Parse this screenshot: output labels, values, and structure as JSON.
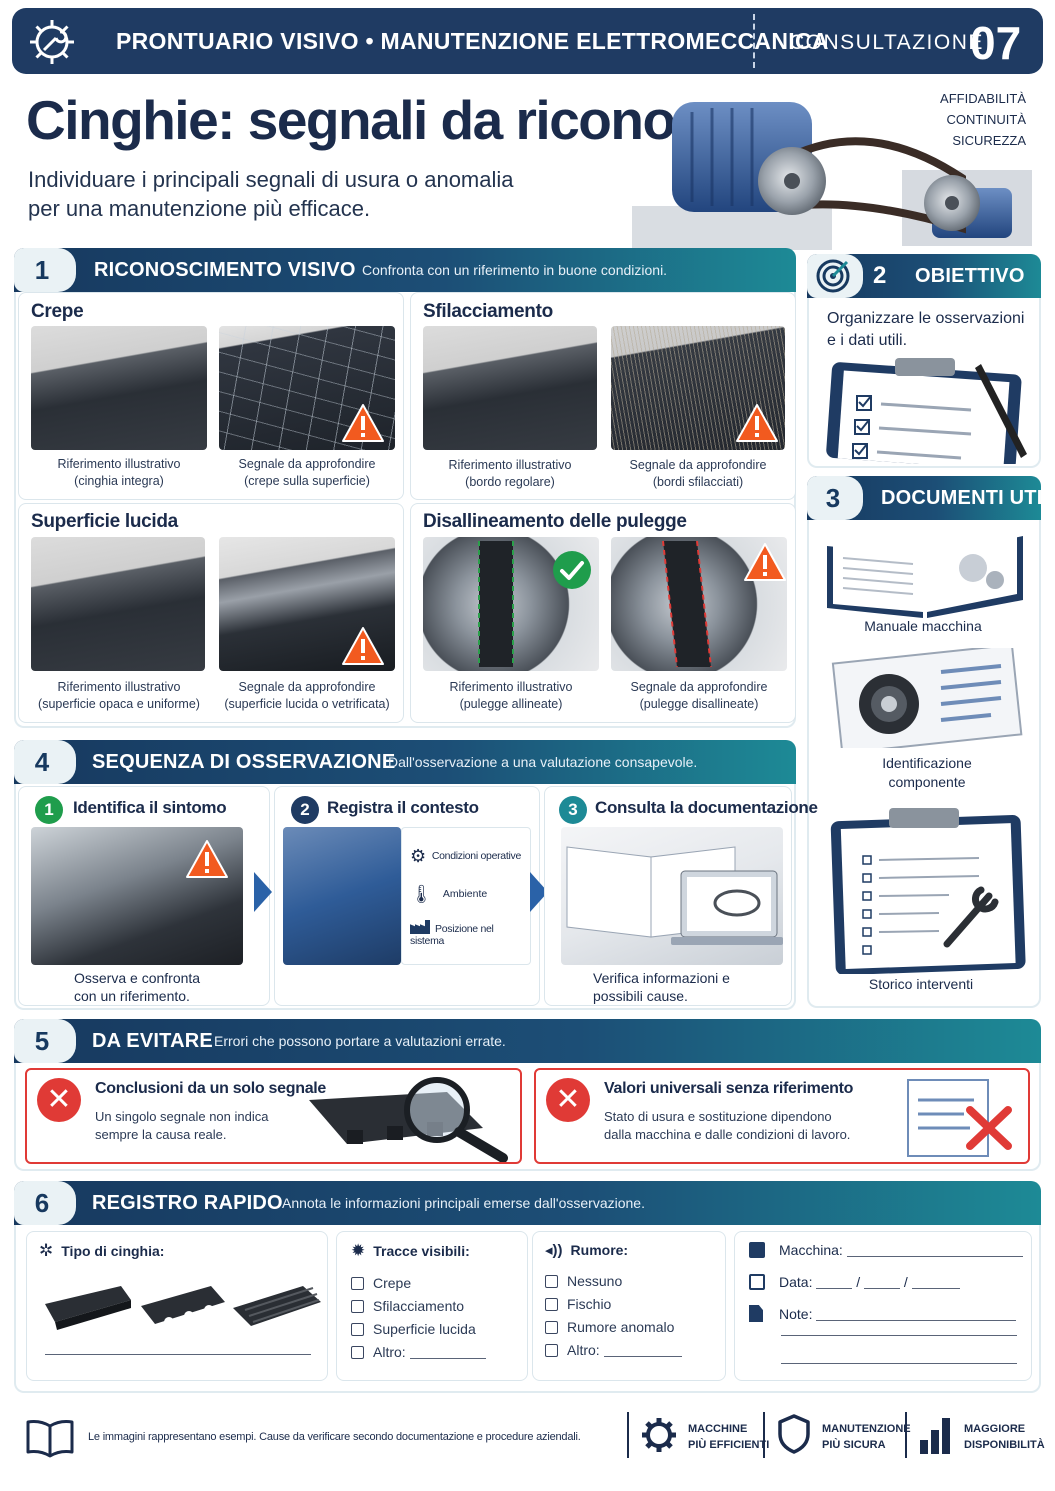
{
  "header": {
    "title": "PRONTUARIO VISIVO • MANUTENZIONE ELETTROMECCANICA",
    "section_label": "CONSULTAZIONE",
    "number": "07"
  },
  "hero": {
    "title": "Cinghie: segnali da riconoscere",
    "subtitle_line1": "Individuare i principali segnali di usura o anomalia",
    "subtitle_line2": "per una manutenzione più efficace.",
    "tags": [
      "AFFIDABILITÀ",
      "CONTINUITÀ",
      "SICUREZZA"
    ]
  },
  "section1": {
    "number": "1",
    "title": "RICONOSCIMENTO VISIVO",
    "description": "Confronta con un riferimento in buone condizioni.",
    "cards": [
      {
        "title": "Crepe",
        "ref_line1": "Riferimento illustrativo",
        "ref_line2": "(cinghia integra)",
        "sig_line1": "Segnale da approfondire",
        "sig_line2": "(crepe sulla superficie)"
      },
      {
        "title": "Sfilacciamento",
        "ref_line1": "Riferimento illustrativo",
        "ref_line2": "(bordo regolare)",
        "sig_line1": "Segnale da approfondire",
        "sig_line2": "(bordi sfilacciati)"
      },
      {
        "title": "Superficie lucida",
        "ref_line1": "Riferimento illustrativo",
        "ref_line2": "(superficie opaca e uniforme)",
        "sig_line1": "Segnale da approfondire",
        "sig_line2": "(superficie lucida o vetrificata)"
      },
      {
        "title": "Disallineamento delle pulegge",
        "ref_line1": "Riferimento illustrativo",
        "ref_line2": "(pulegge allineate)",
        "sig_line1": "Segnale da approfondire",
        "sig_line2": "(pulegge disallineate)"
      }
    ]
  },
  "section2": {
    "number": "2",
    "title": "OBIETTIVO",
    "text_line1": "Organizzare le osservazioni",
    "text_line2": "e i dati utili."
  },
  "section3": {
    "number": "3",
    "title": "DOCUMENTI UTILI",
    "items": [
      {
        "line1": "Manuale macchina",
        "line2": ""
      },
      {
        "line1": "Identificazione",
        "line2": "componente"
      },
      {
        "line1": "Storico interventi",
        "line2": ""
      }
    ]
  },
  "section4": {
    "number": "4",
    "title": "SEQUENZA DI OSSERVAZIONE",
    "description": "Dall'osservazione a una valutazione consapevole.",
    "steps": [
      {
        "num": "1",
        "title": "Identifica il sintomo",
        "line1": "Osserva e confronta",
        "line2": "con un riferimento."
      },
      {
        "num": "2",
        "title": "Registra il contesto",
        "line1": "",
        "line2": "",
        "list": [
          "Condizioni operative",
          "Ambiente",
          "Posizione nel sistema"
        ]
      },
      {
        "num": "3",
        "title": "Consulta la documentazione",
        "line1": "Verifica informazioni e",
        "line2": "possibili cause."
      }
    ]
  },
  "section5": {
    "number": "5",
    "title": "DA EVITARE",
    "description": "Errori che possono portare a valutazioni errate.",
    "errors": [
      {
        "title": "Conclusioni da un solo segnale",
        "line1": "Un singolo segnale non indica",
        "line2": "sempre la causa reale."
      },
      {
        "title": "Valori universali senza riferimento",
        "line1": "Stato di usura e sostituzione dipendono",
        "line2": "dalla macchina e dalle condizioni di lavoro."
      }
    ]
  },
  "section6": {
    "number": "6",
    "title": "REGISTRO RAPIDO",
    "description": "Annota le informazioni principali emerse dall'osservazione.",
    "belt_type_label": "Tipo di cinghia:",
    "traces_label": "Tracce visibili:",
    "traces": [
      "Crepe",
      "Sfilacciamento",
      "Superficie lucida",
      "Altro:"
    ],
    "noise_label": "Rumore:",
    "noise": [
      "Nessuno",
      "Fischio",
      "Rumore anomalo",
      "Altro:"
    ],
    "machine_label": "Macchina:",
    "date_label": "Data:",
    "date_sep": "/",
    "notes_label": "Note:"
  },
  "footer": {
    "disclaimer": "Le immagini rappresentano esempi. Cause da verificare secondo documentazione e procedure aziendali.",
    "items": [
      {
        "line1": "MACCHINE",
        "line2": "PIÙ EFFICIENTI"
      },
      {
        "line1": "MANUTENZIONE",
        "line2": "PIÙ SICURA"
      },
      {
        "line1": "MAGGIORE",
        "line2": "DISPONIBILITÀ"
      }
    ]
  },
  "colors": {
    "navy": "#1f3b63",
    "teal": "#1d8a96",
    "alert_orange": "#f25a1f",
    "error_red": "#e03a36",
    "ok_green": "#1f9d4c"
  }
}
